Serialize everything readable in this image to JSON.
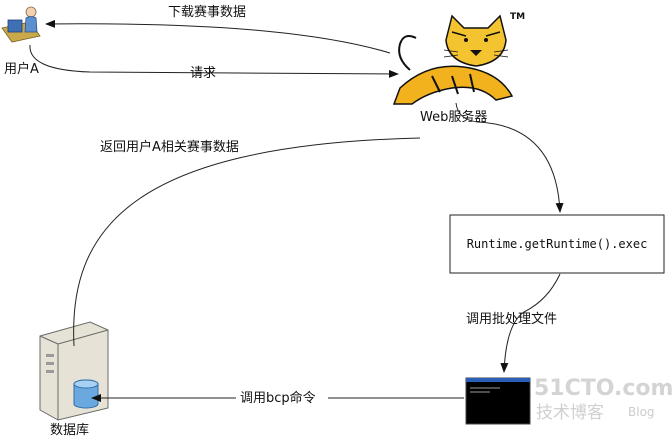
{
  "nodes": {
    "user": {
      "label": "用户A"
    },
    "web_server": {
      "label": "Web服务器",
      "trademark": "TM"
    },
    "runtime": {
      "label": "Runtime.getRuntime().exec"
    },
    "database": {
      "label": "数据库"
    }
  },
  "edges": {
    "download": {
      "label": "下载赛事数据"
    },
    "request": {
      "label": "请求"
    },
    "return_data": {
      "label": "返回用户A相关赛事数据"
    },
    "call_batch": {
      "label": "调用批处理文件"
    },
    "call_bcp": {
      "label": "调用bcp命令"
    }
  },
  "watermark": {
    "brand": "51CTO.com",
    "sub": "技术博客",
    "blog": "Blog"
  }
}
